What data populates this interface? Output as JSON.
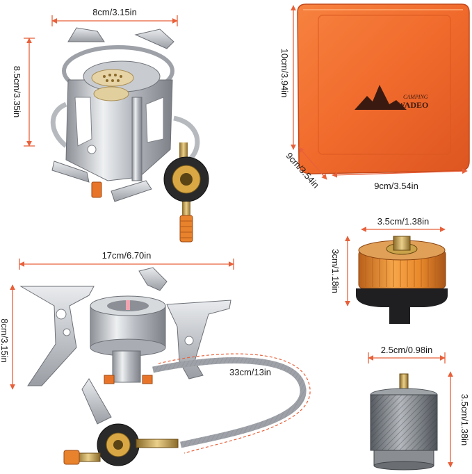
{
  "dimensions": {
    "stove_width": "8cm/3.15in",
    "stove_height": "8.5cm/3.35in",
    "case_height": "10cm/3.94in",
    "case_depth": "9cm/3.54in",
    "case_width": "9cm/3.54in",
    "adapter_width": "3.5cm/1.38in",
    "adapter_height": "3cm/1.18in",
    "unfolded_width": "17cm/6.70in",
    "unfolded_height": "8cm/3.15in",
    "hose_length": "33cm/13in",
    "valve_width": "2.5cm/0.98in",
    "valve_height": "3.5cm/1.38in"
  },
  "logo": {
    "brand": "WADEO",
    "tagline": "CAMPING"
  },
  "colors": {
    "dimension_arrow": "#e8603a",
    "case_orange": "#f06a2c",
    "brass": "#c9a24a",
    "steel": "#c9ccd0",
    "adapter_orange": "#e88a2a"
  }
}
